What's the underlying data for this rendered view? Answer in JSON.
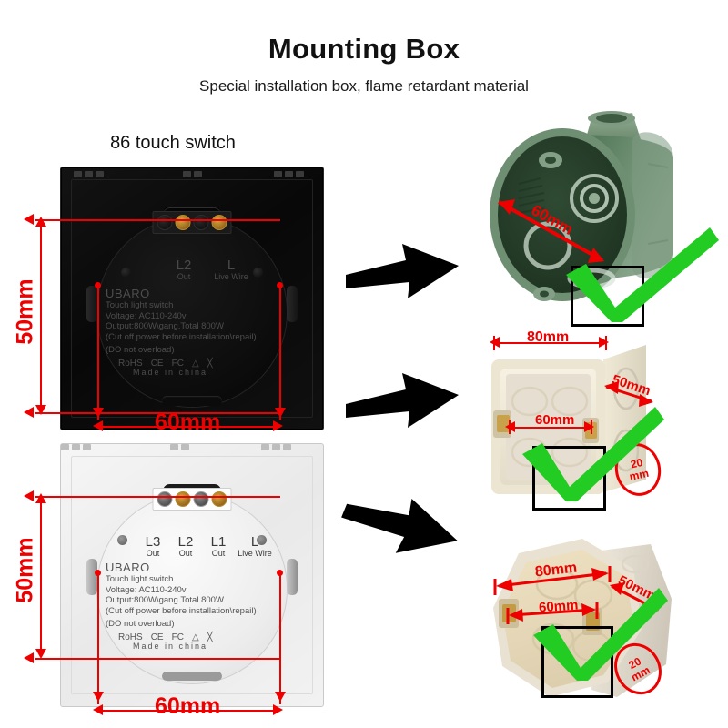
{
  "header": {
    "title": "Mounting Box",
    "subtitle": "Special installation box, flame retardant material"
  },
  "colors": {
    "dimension_red": "#ee0000",
    "check_green": "#22cc22",
    "box_green": "#3f6b47",
    "box_cream": "#efe9d8",
    "arrow_black": "#000000"
  },
  "left_panel": {
    "caption": "86 touch switch",
    "switches": [
      {
        "id": "black-switch",
        "finish": "black",
        "gangs": 2,
        "terminals": [
          {
            "label": "L2",
            "sub": "Out"
          },
          {
            "label": "L",
            "sub": "Live Wire"
          }
        ],
        "spec": {
          "brand": "UBARO",
          "lines": [
            "Touch light switch",
            "Voltage: AC110-240v",
            "Output:800W\\gang.Total 800W",
            "(Cut off power before installation\\repail)",
            "(DO not overload)"
          ],
          "certs": [
            "RoHS",
            "CE",
            "FC",
            "house",
            "bin"
          ],
          "made_in": "Made in china"
        },
        "dimensions": {
          "height": "50mm",
          "width": "60mm"
        }
      },
      {
        "id": "white-switch",
        "finish": "white",
        "gangs": 4,
        "terminals": [
          {
            "label": "L3",
            "sub": "Out"
          },
          {
            "label": "L2",
            "sub": "Out"
          },
          {
            "label": "L1",
            "sub": "Out"
          },
          {
            "label": "L",
            "sub": "Live Wire"
          }
        ],
        "spec": {
          "brand": "UBARO",
          "lines": [
            "Touch light switch",
            "Voltage: AC110-240v",
            "Output:800W\\gang.Total 800W",
            "(Cut off power before installation\\repail)",
            "(DO not overload)"
          ],
          "certs": [
            "RoHS",
            "CE",
            "FC",
            "house",
            "bin"
          ],
          "made_in": "Made in china"
        },
        "dimensions": {
          "height": "50mm",
          "width": "60mm"
        }
      }
    ]
  },
  "arrows": [
    {
      "id": "arrow-top",
      "direction": "right"
    },
    {
      "id": "arrow-middle",
      "direction": "right"
    },
    {
      "id": "arrow-bottom",
      "direction": "down-right"
    }
  ],
  "right_panel": {
    "boxes": [
      {
        "id": "round-green-box",
        "shape": "round",
        "color_name": "green",
        "dimensions": {
          "diagonal": "60mm"
        },
        "marks": {
          "check": true,
          "square_outline": true,
          "depth_badge": null
        }
      },
      {
        "id": "square-white-box",
        "shape": "square",
        "color_name": "cream",
        "dimensions": {
          "width": "80mm",
          "depth": "50mm",
          "screw_span": "60mm"
        },
        "marks": {
          "check": true,
          "square_outline": true,
          "depth_badge": {
            "value": "20",
            "unit": "mm"
          }
        }
      },
      {
        "id": "octagon-white-box",
        "shape": "octagon",
        "color_name": "cream",
        "dimensions": {
          "width": "80mm",
          "depth": "50mm",
          "screw_span": "60mm"
        },
        "marks": {
          "check": true,
          "square_outline": true,
          "depth_badge": {
            "value": "20",
            "unit": "mm"
          }
        }
      }
    ]
  }
}
